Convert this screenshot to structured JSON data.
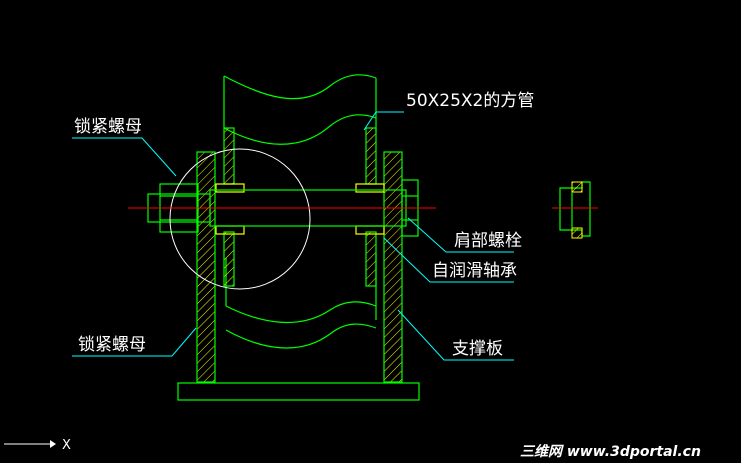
{
  "labels": {
    "square_tube": "50X25X2的方管",
    "lock_nut_top": "锁紧螺母",
    "lock_nut_bottom": "锁紧螺母",
    "shoulder_bolt": "肩部螺栓",
    "bearing": "自润滑轴承",
    "support_plate": "支撑板"
  },
  "axis_label": "X",
  "watermark": "三维网 www.3dportal.cn",
  "colors": {
    "background": "#000000",
    "part_outline": "#00ff00",
    "hatch": "#ffff00",
    "leader": "#00ffff",
    "centerline": "#ff0000",
    "text": "#ffffff"
  }
}
